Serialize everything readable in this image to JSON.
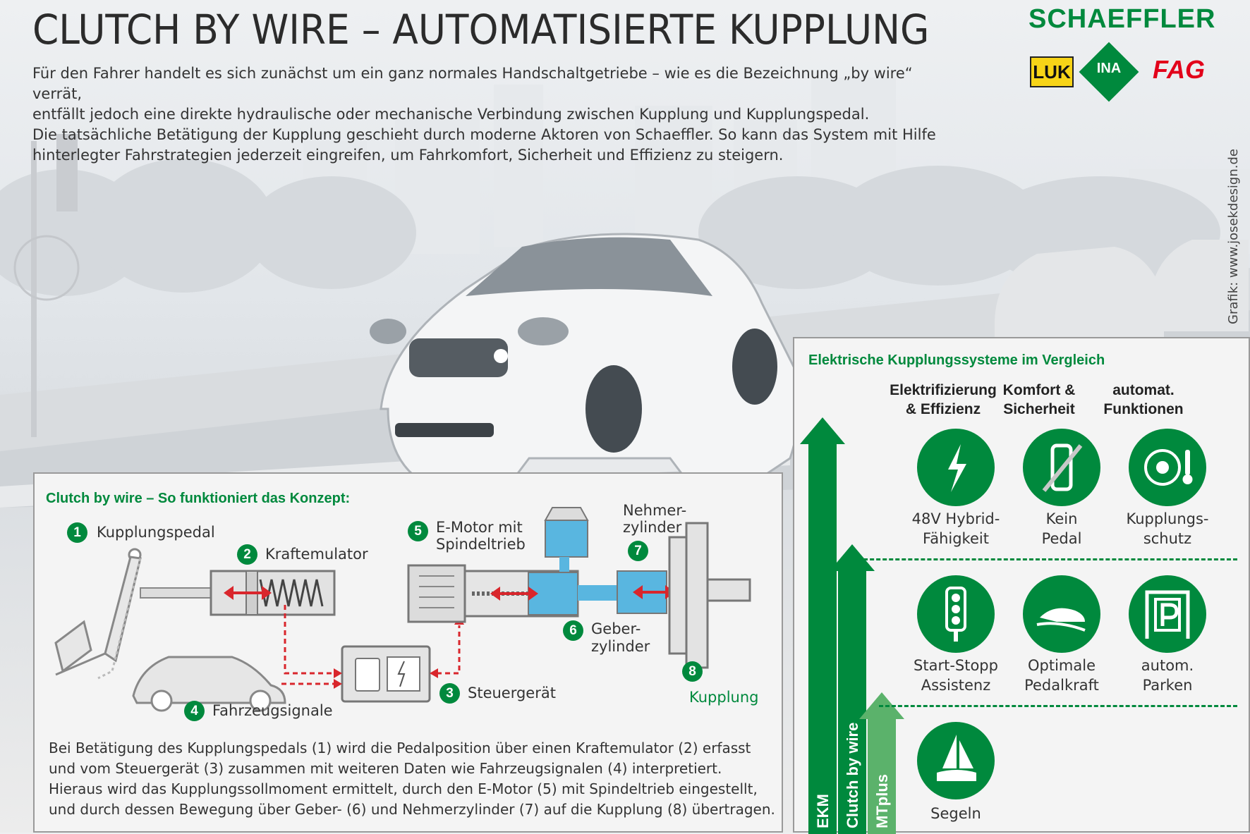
{
  "header": {
    "title": "CLUTCH BY WIRE – AUTOMATISIERTE KUPPLUNG",
    "intro_lines": [
      "Für den Fahrer handelt es sich zunächst um ein ganz normales  Handschaltgetriebe – wie es die Bezeichnung „by wire“ verrät,",
      "entfällt jedoch eine direkte hydraulische oder mechanische Verbindung zwischen Kupplung und Kupplungspedal.",
      "Die tatsächliche Betätigung der Kupplung geschieht durch moderne Aktoren von Schaeffler. So kann das System mit Hilfe",
      "hinterlegter Fahrstrategien jederzeit eingreifen, um Fahrkomfort, Sicherheit und Effizienz zu steigern."
    ]
  },
  "brand": {
    "name": "SCHAEFFLER",
    "logos": [
      "LUK",
      "INA",
      "FAG"
    ],
    "credit": "Grafik: www.josekdesign.de"
  },
  "concept": {
    "title": "Clutch by wire – So funktioniert das Konzept:",
    "components": [
      {
        "num": "1",
        "label": "Kupplungspedal"
      },
      {
        "num": "2",
        "label": "Kraftemulator"
      },
      {
        "num": "3",
        "label": "Steuergerät"
      },
      {
        "num": "4",
        "label": "Fahrzeugsignale"
      },
      {
        "num": "5",
        "label": "E-Motor mit",
        "label2": "Spindeltrieb"
      },
      {
        "num": "6",
        "label": "Geber-",
        "label2": "zylinder"
      },
      {
        "num": "7",
        "label": "Nehmer-",
        "label2": "zylinder"
      },
      {
        "num": "8",
        "label": "Kupplung"
      }
    ],
    "description": [
      "Bei Betätigung des Kupplungspedals (1) wird die Pedalposition über einen Kraftemulator (2) erfasst",
      "und vom Steuergerät (3) zusammen mit weiteren Daten wie Fahrzeugsignalen (4) interpretiert.",
      "Hieraus wird das Kupplungssollmoment ermittelt, durch den E-Motor (5) mit Spindeltrieb eingestellt,",
      "und durch dessen Bewegung über Geber- (6) und Nehmerzylinder (7) auf die Kupplung (8) übertragen."
    ]
  },
  "comparison": {
    "title": "Elektrische Kupplungssysteme im Vergleich",
    "columns": [
      {
        "line1": "Elektrifizierung",
        "line2": "& Effizienz"
      },
      {
        "line1": "Komfort &",
        "line2": "Sicherheit"
      },
      {
        "line1": "automat.",
        "line2": "Funktionen"
      }
    ],
    "rows": [
      [
        {
          "icon": "lightning-icon",
          "line1": "48V Hybrid-",
          "line2": "Fähigkeit"
        },
        {
          "icon": "no-pedal-icon",
          "line1": "Kein",
          "line2": "Pedal"
        },
        {
          "icon": "clutch-temperature-icon",
          "line1": "Kupplungs-",
          "line2": "schutz"
        }
      ],
      [
        {
          "icon": "traffic-light-icon",
          "line1": "Start-Stopp",
          "line2": "Assistenz"
        },
        {
          "icon": "foot-pedal-icon",
          "line1": "Optimale",
          "line2": "Pedalkraft"
        },
        {
          "icon": "parking-icon",
          "line1": "autom.",
          "line2": "Parken"
        }
      ],
      [
        {
          "icon": "sailing-car-icon",
          "line1": "Segeln",
          "line2": ""
        }
      ]
    ],
    "arrows": [
      "EKM",
      "Clutch by wire",
      "MTplus"
    ]
  },
  "colors": {
    "green": "#00893d",
    "light_green": "#5bb26b",
    "red_arrow": "#d9262c",
    "fluid_blue": "#59b6e0"
  }
}
